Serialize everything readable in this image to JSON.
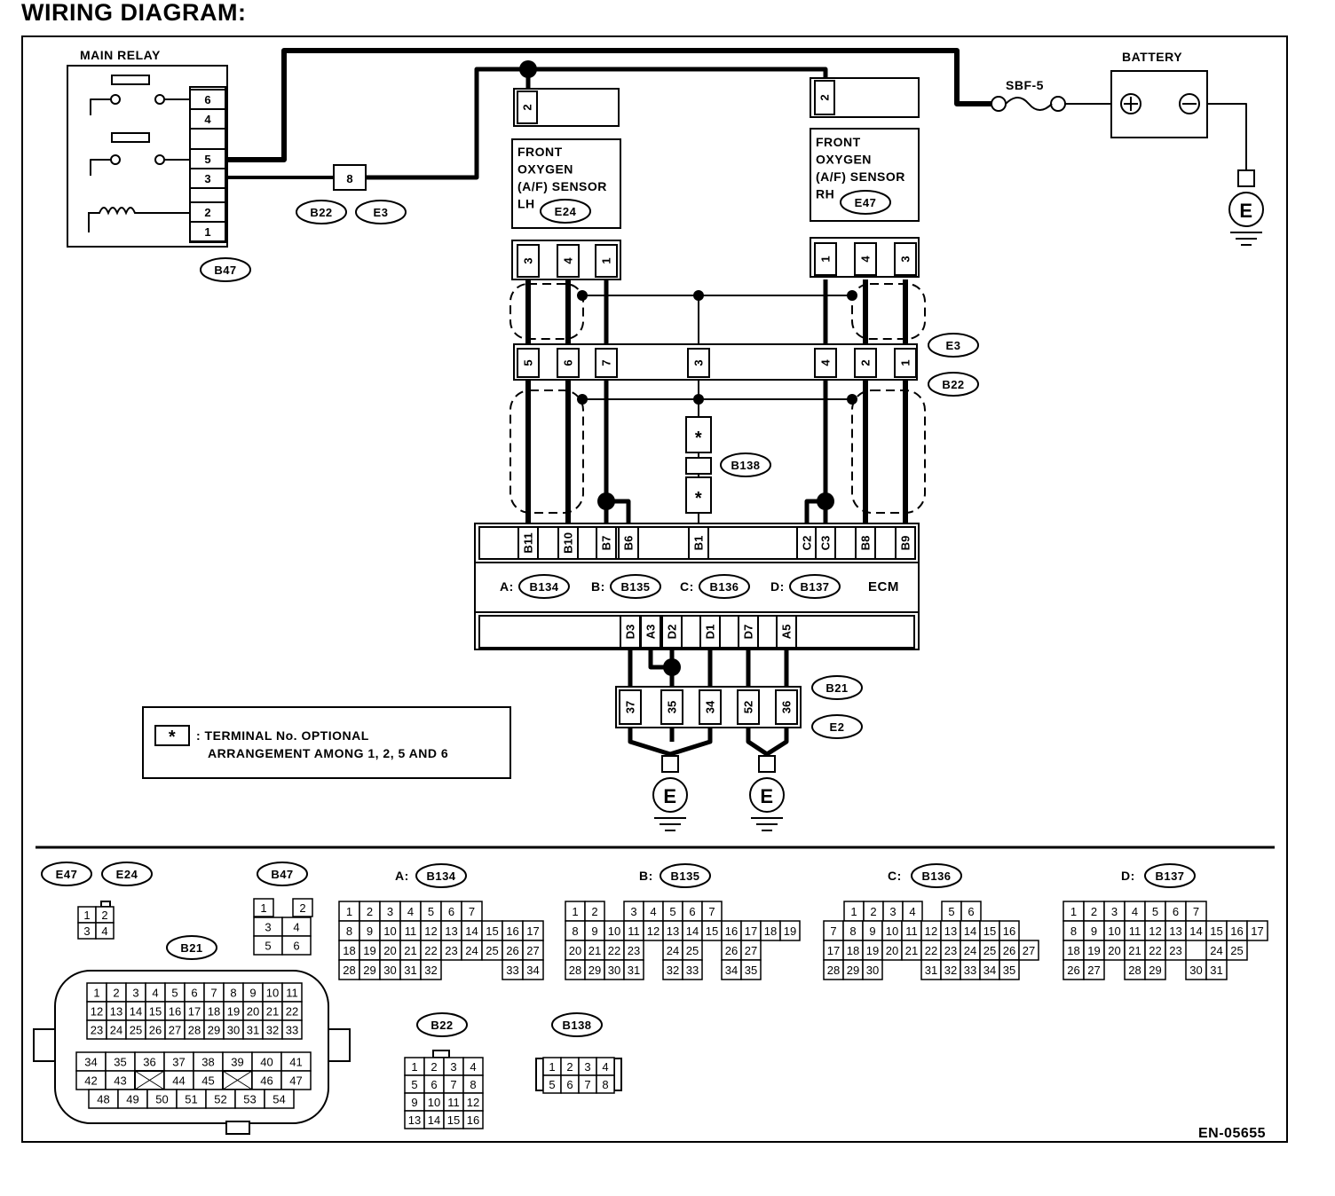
{
  "title": "WIRING DIAGRAM:",
  "doc_code": "EN-05655",
  "components": {
    "main_relay": {
      "label": "MAIN RELAY",
      "pins": [
        "6",
        "4",
        "5",
        "3",
        "2",
        "1"
      ],
      "connector": "B47"
    },
    "battery": {
      "label": "BATTERY",
      "fuse": "SBF-5"
    },
    "joint_connector": {
      "pin": "8",
      "ids": [
        "B22",
        "E3"
      ]
    },
    "sensor_lh": {
      "lines": [
        "FRONT",
        "OXYGEN",
        "(A/F)  SENSOR",
        "LH"
      ],
      "id": "E24",
      "top_pin": "2",
      "pins": [
        "3",
        "4",
        "1"
      ]
    },
    "sensor_rh": {
      "lines": [
        "FRONT",
        "OXYGEN",
        "(A/F)  SENSOR",
        "RH"
      ],
      "id": "E47",
      "top_pin": "2",
      "pins": [
        "1",
        "4",
        "3"
      ]
    },
    "mid_connector": {
      "pins": [
        "5",
        "6",
        "7",
        "3",
        "4",
        "2",
        "1"
      ],
      "ids": [
        "E3",
        "B22"
      ]
    },
    "b138": {
      "id": "B138",
      "mark": "*"
    },
    "ecm": {
      "label": "ECM",
      "top_pins": [
        "B11",
        "B10",
        "B7",
        "B6",
        "B1",
        "C2",
        "C3",
        "B8",
        "B9"
      ],
      "bottom_pins": [
        "D3",
        "A3",
        "D2",
        "D1",
        "D7",
        "A5"
      ],
      "connectors": [
        {
          "prefix": "A:",
          "id": "B134"
        },
        {
          "prefix": "B:",
          "id": "B135"
        },
        {
          "prefix": "C:",
          "id": "B136"
        },
        {
          "prefix": "D:",
          "id": "B137"
        }
      ]
    },
    "ground_connector": {
      "pins": [
        "37",
        "35",
        "34",
        "52",
        "36"
      ],
      "ids": [
        "B21",
        "E2"
      ]
    },
    "ground_label": "E"
  },
  "legend": {
    "mark": "*",
    "line1": ": TERMINAL No. OPTIONAL",
    "line2": "ARRANGEMENT AMONG 1, 2, 5  AND 6"
  },
  "connector_views": {
    "e47": "E47",
    "e24": "E24",
    "small4": [
      [
        "1",
        "2"
      ],
      [
        "3",
        "4"
      ]
    ],
    "b47": {
      "id": "B47",
      "rows": [
        [
          "1",
          "",
          "2"
        ],
        [
          "3",
          "4"
        ],
        [
          "5",
          "6"
        ]
      ]
    },
    "b21": {
      "id": "B21",
      "rows": [
        [
          "1",
          "2",
          "3",
          "4",
          "5",
          "6",
          "7",
          "8",
          "9",
          "10",
          "11"
        ],
        [
          "12",
          "13",
          "14",
          "15",
          "16",
          "17",
          "18",
          "19",
          "20",
          "21",
          "22"
        ],
        [
          "23",
          "24",
          "25",
          "26",
          "27",
          "28",
          "29",
          "30",
          "31",
          "32",
          "33"
        ],
        [
          "34",
          "35",
          "36",
          "37",
          "38",
          "39",
          "40",
          "41"
        ],
        [
          "42",
          "43",
          "",
          "44",
          "45",
          "",
          "46",
          "47"
        ],
        [
          "48",
          "49",
          "50",
          "51",
          "52",
          "53",
          "54"
        ]
      ]
    },
    "b22": {
      "id": "B22",
      "rows": [
        [
          "1",
          "2",
          "3",
          "4"
        ],
        [
          "5",
          "6",
          "7",
          "8"
        ],
        [
          "9",
          "10",
          "11",
          "12"
        ],
        [
          "13",
          "14",
          "15",
          "16"
        ]
      ]
    },
    "b138": {
      "id": "B138",
      "rows": [
        [
          "1",
          "2",
          "3",
          "4"
        ],
        [
          "5",
          "6",
          "7",
          "8"
        ]
      ]
    },
    "b134": {
      "prefix": "A:",
      "id": "B134",
      "rows": [
        [
          "1",
          "2",
          "3",
          "4",
          "5",
          "6",
          "7"
        ],
        [
          "8",
          "9",
          "10",
          "11",
          "12",
          "13",
          "14",
          "15",
          "16",
          "17"
        ],
        [
          "18",
          "19",
          "20",
          "21",
          "22",
          "23",
          "24",
          "25",
          "26",
          "27"
        ],
        [
          "28",
          "29",
          "30",
          "31",
          "32",
          "",
          "",
          "",
          "33",
          "34"
        ]
      ]
    },
    "b135": {
      "prefix": "B:",
      "id": "B135",
      "rows": [
        [
          "1",
          "2",
          "",
          "3",
          "4",
          "5",
          "6",
          "7"
        ],
        [
          "8",
          "9",
          "10",
          "11",
          "12",
          "13",
          "14",
          "15",
          "16",
          "17",
          "18",
          "19"
        ],
        [
          "20",
          "21",
          "22",
          "23",
          "",
          "24",
          "25",
          "",
          "26",
          "27"
        ],
        [
          "28",
          "29",
          "30",
          "31",
          "",
          "32",
          "33",
          "",
          "34",
          "35"
        ]
      ]
    },
    "b136": {
      "prefix": "C:",
      "id": "B136",
      "rows": [
        [
          "1",
          "2",
          "3",
          "4",
          "",
          "5",
          "6"
        ],
        [
          "7",
          "8",
          "9",
          "10",
          "11",
          "12",
          "13",
          "14",
          "15",
          "16"
        ],
        [
          "17",
          "18",
          "19",
          "20",
          "21",
          "22",
          "23",
          "24",
          "25",
          "26",
          "27"
        ],
        [
          "28",
          "29",
          "30",
          "",
          "",
          "31",
          "32",
          "33",
          "34",
          "35"
        ]
      ]
    },
    "b137": {
      "prefix": "D:",
      "id": "B137",
      "rows": [
        [
          "1",
          "2",
          "3",
          "4",
          "5",
          "6",
          "7"
        ],
        [
          "8",
          "9",
          "10",
          "11",
          "12",
          "13",
          "14",
          "15",
          "16",
          "17"
        ],
        [
          "18",
          "19",
          "20",
          "21",
          "22",
          "23",
          "",
          "24",
          "25"
        ],
        [
          "26",
          "27",
          "",
          "28",
          "29",
          "",
          "30",
          "31"
        ]
      ]
    }
  }
}
